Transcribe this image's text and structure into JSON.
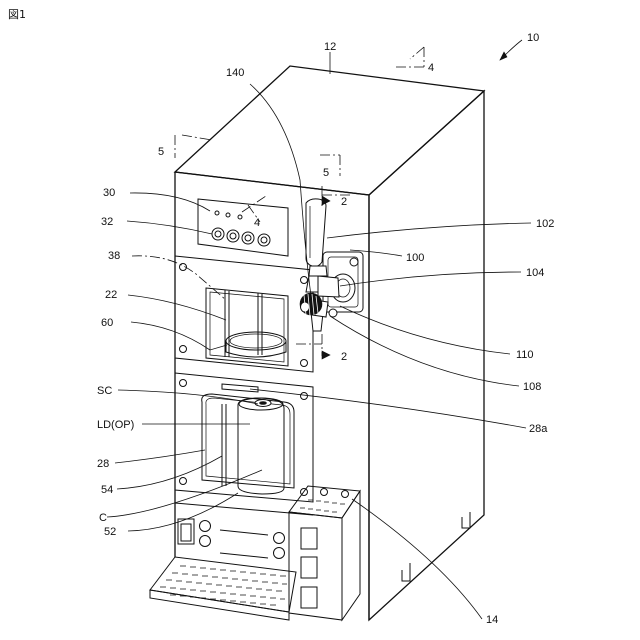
{
  "figure": {
    "title": "図1",
    "labels": [
      {
        "key": "ref-10",
        "text": "10"
      },
      {
        "key": "ref-12",
        "text": "12"
      },
      {
        "key": "ref-4-top",
        "text": "4"
      },
      {
        "key": "ref-140",
        "text": "140"
      },
      {
        "key": "ref-5-left",
        "text": "5"
      },
      {
        "key": "ref-5-right",
        "text": "5"
      },
      {
        "key": "ref-2-top",
        "text": "2"
      },
      {
        "key": "ref-30",
        "text": "30"
      },
      {
        "key": "ref-32",
        "text": "32"
      },
      {
        "key": "ref-4-panel",
        "text": "4"
      },
      {
        "key": "ref-102",
        "text": "102"
      },
      {
        "key": "ref-100",
        "text": "100"
      },
      {
        "key": "ref-38",
        "text": "38"
      },
      {
        "key": "ref-104",
        "text": "104"
      },
      {
        "key": "ref-22",
        "text": "22"
      },
      {
        "key": "ref-60",
        "text": "60"
      },
      {
        "key": "ref-2-bottom",
        "text": "2"
      },
      {
        "key": "ref-110",
        "text": "110"
      },
      {
        "key": "ref-108",
        "text": "108"
      },
      {
        "key": "ref-SC",
        "text": "SC"
      },
      {
        "key": "ref-LD",
        "text": "LD(OP)"
      },
      {
        "key": "ref-28a",
        "text": "28a"
      },
      {
        "key": "ref-28",
        "text": "28"
      },
      {
        "key": "ref-54",
        "text": "54"
      },
      {
        "key": "ref-C",
        "text": "C"
      },
      {
        "key": "ref-52",
        "text": "52"
      },
      {
        "key": "ref-14",
        "text": "14"
      }
    ]
  }
}
